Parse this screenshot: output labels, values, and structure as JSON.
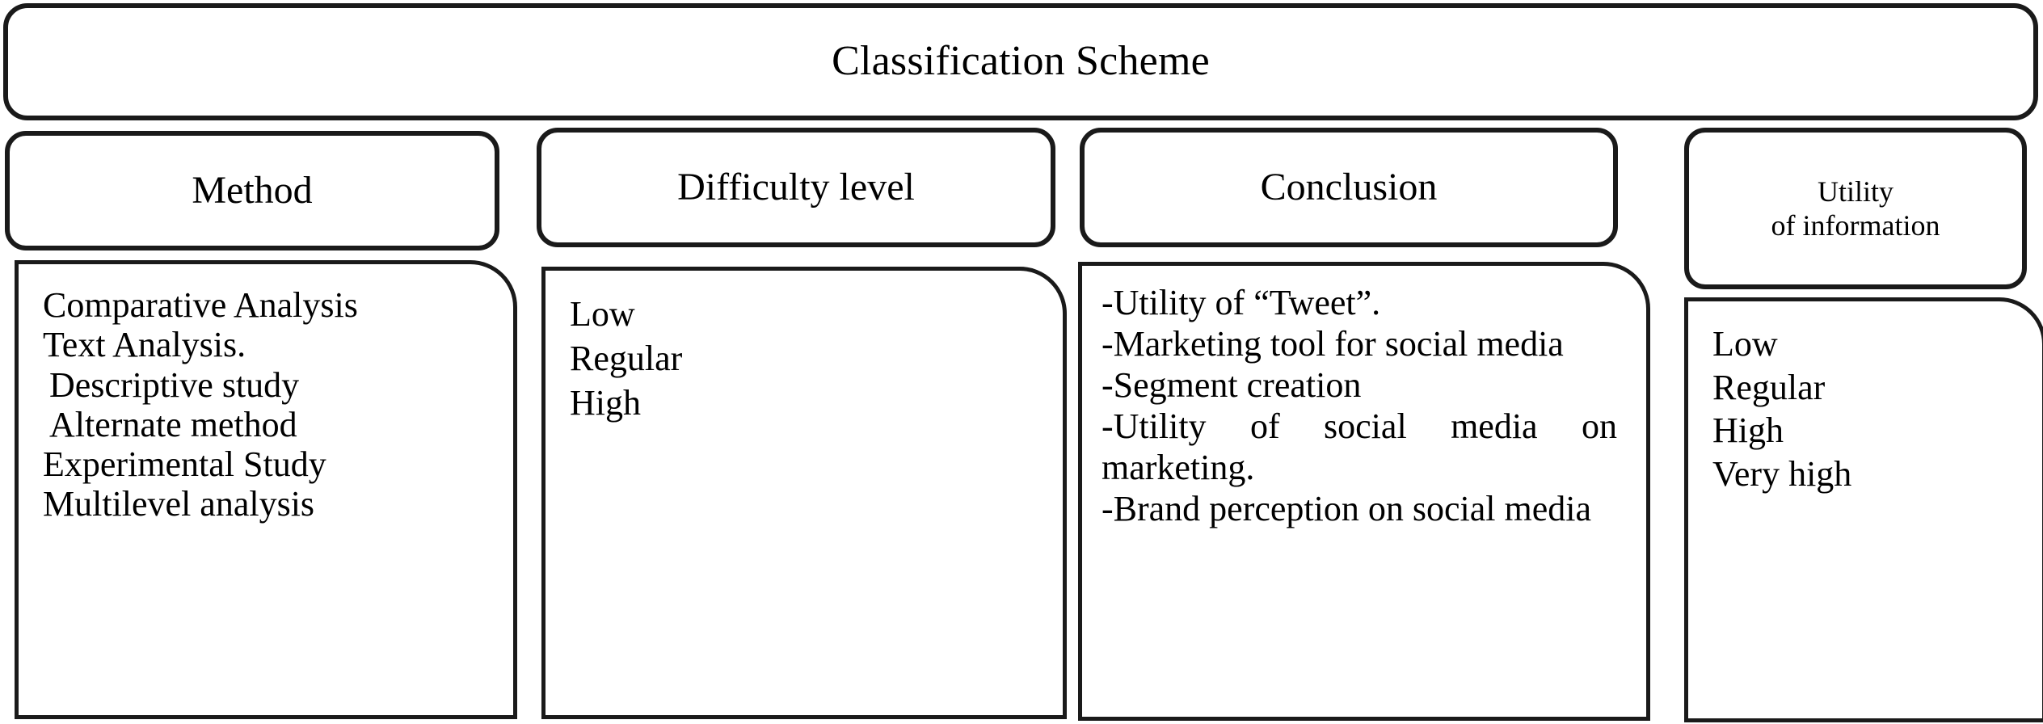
{
  "title": {
    "text": "Classification Scheme"
  },
  "columns": [
    {
      "key": "method",
      "header": "Method",
      "header_lines": [
        "Method"
      ],
      "items": [
        "Comparative Analysis",
        "Text Analysis.",
        "Descriptive study",
        " Alternate method",
        "Experimental Study",
        "Multilevel analysis"
      ]
    },
    {
      "key": "difficulty",
      "header": "Difficulty level",
      "header_lines": [
        "Difficulty level"
      ],
      "items": [
        "Low",
        "Regular",
        "High"
      ]
    },
    {
      "key": "conclusion",
      "header": "Conclusion",
      "header_lines": [
        "Conclusion"
      ],
      "items": [
        "-Utility of  “Tweet”.",
        "-Marketing tool for social media",
        "-Segment creation",
        "-Utility of social media on marketing.",
        "-Brand perception on social media"
      ]
    },
    {
      "key": "utility",
      "header": "Utility of information",
      "header_lines": [
        "Utility",
        "of information"
      ],
      "items": [
        "Low",
        "Regular",
        "High",
        "Very high"
      ]
    }
  ],
  "style": {
    "stroke": "#1a1a1a",
    "fill": "#ffffff",
    "text": "#000000"
  }
}
